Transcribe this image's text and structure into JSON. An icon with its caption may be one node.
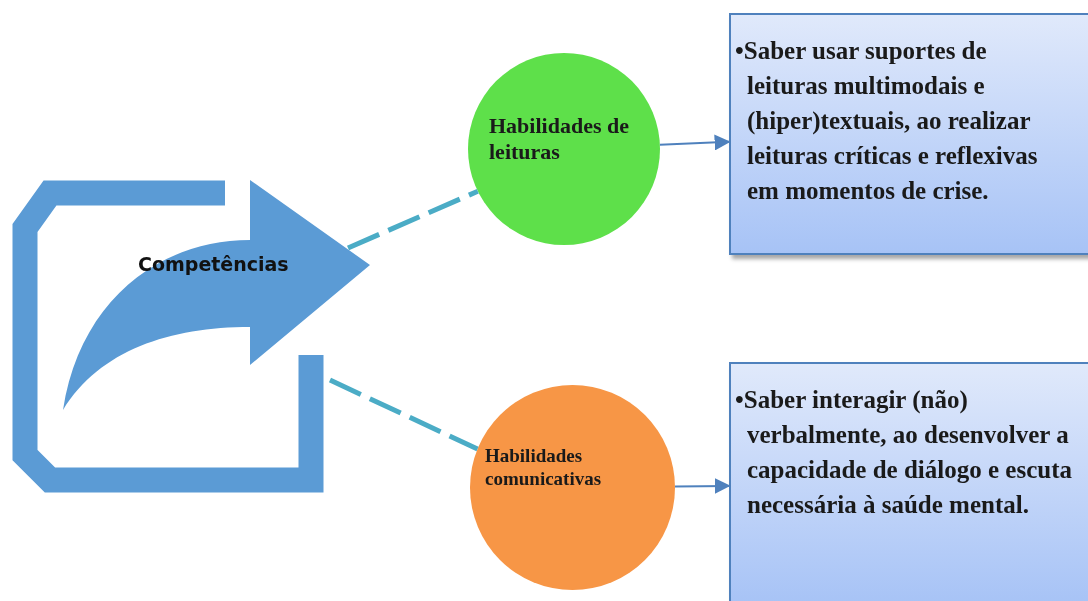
{
  "diagram": {
    "nodes": [
      {
        "text": [
          "Competências"
        ]
      },
      {
        "text": [
          "Habilidades de leituras"
        ]
      },
      {
        "text": [
          "•Saber usar suportes de leituras multimodais e (hiper)textuais, ao realizar leituras críticas e reflexivas em momentos de crise."
        ]
      },
      {
        "text": [
          "Habilidades comunicativas"
        ]
      },
      {
        "text": [
          "•Saber interagir (não) verbalmente, ao desenvolver a capacidade de diálogo e escuta necessária à saúde mental."
        ]
      }
    ],
    "edges": [
      {
        "from": 0,
        "to": 1,
        "arrow": "none",
        "style": "dashed",
        "color": "#4bacc6"
      },
      {
        "from": 1,
        "to": 2,
        "arrow": "to",
        "color": "#4f81bd"
      },
      {
        "from": 0,
        "to": 3,
        "arrow": "none",
        "style": "dashed",
        "color": "#4bacc6"
      },
      {
        "from": 3,
        "to": 4,
        "arrow": "to",
        "color": "#4f81bd"
      }
    ]
  }
}
